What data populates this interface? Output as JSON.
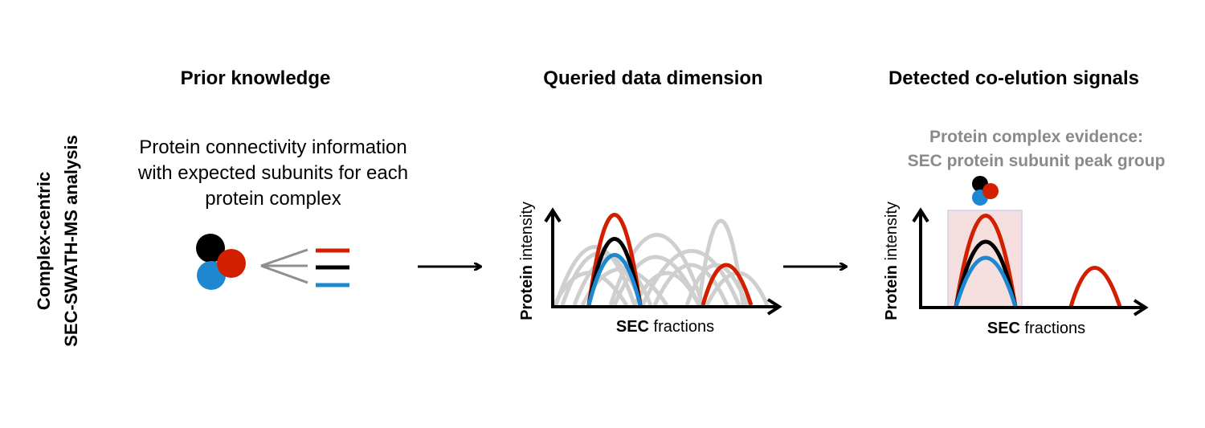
{
  "side_label": {
    "line1": "Complex-centric",
    "line2": "SEC-SWATH-MS analysis"
  },
  "panels": [
    {
      "title": "Prior knowledge",
      "text": [
        "Protein connectivity information",
        "with expected subunits for each",
        "protein complex"
      ]
    },
    {
      "title": "Queried data dimension",
      "y_label_bold": "Protein",
      "y_label_rest": " intensity",
      "x_label_bold": "SEC",
      "x_label_rest": " fractions"
    },
    {
      "title": "Detected co-elution signals",
      "evidence": [
        "Protein complex evidence:",
        "SEC protein subunit peak group"
      ],
      "y_label_bold": "Protein",
      "y_label_rest": " intensity",
      "x_label_bold": "SEC",
      "x_label_rest": " fractions"
    }
  ],
  "colors": {
    "red": "#d21f00",
    "black": "#000000",
    "blue": "#1d88d0",
    "gray": "#cfcfcf",
    "box": "#f5dede"
  }
}
